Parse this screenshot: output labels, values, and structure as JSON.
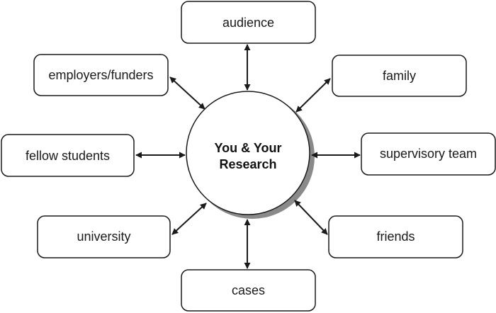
{
  "center": {
    "line1": "You & Your",
    "line2": "Research"
  },
  "nodes": {
    "audience": "audience",
    "family": "family",
    "supervisory_team": "supervisory team",
    "friends": "friends",
    "cases": "cases",
    "university": "university",
    "fellow_students": "fellow students",
    "employers_funders": "employers/funders"
  },
  "colors": {
    "stroke": "#1a1a1a",
    "shadow": "#8a8a8a",
    "fill": "#ffffff"
  }
}
